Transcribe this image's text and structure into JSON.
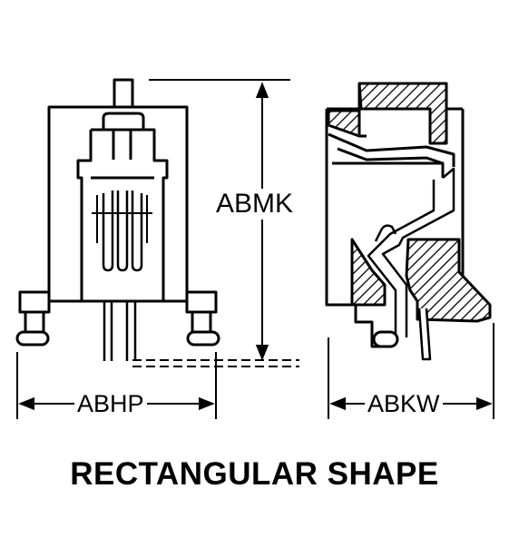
{
  "dimensions": {
    "height_label": "ABMK",
    "width_label": "ABHP",
    "depth_label": "ABKW"
  },
  "caption": "RECTANGULAR SHAPE",
  "colors": {
    "ink": "#000000",
    "paper": "#ffffff"
  }
}
